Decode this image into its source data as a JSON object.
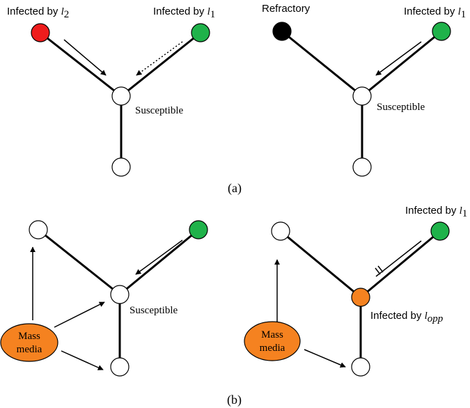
{
  "colors": {
    "green": "#1fb24a",
    "red": "#ee1c1c",
    "black": "#000000",
    "orange": "#f58220",
    "white": "#ffffff",
    "line": "#000000"
  },
  "panel_a": {
    "caption": "(a)",
    "left": {
      "infected_l2": {
        "prefix": "Infected by ",
        "var": "l",
        "sub": "2"
      },
      "infected_l1": {
        "prefix": "Infected by ",
        "var": "l",
        "sub": "1"
      },
      "center": "Susceptible"
    },
    "right": {
      "refractory": "Refractory",
      "infected_l1": {
        "prefix": "Infected by ",
        "var": "l",
        "sub": "1"
      },
      "center": "Susceptible"
    }
  },
  "panel_b": {
    "caption": "(b)",
    "left": {
      "center": "Susceptible",
      "media_line1": "Mass",
      "media_line2": "media"
    },
    "right": {
      "infected_l1": {
        "prefix": "Infected by ",
        "var": "l",
        "sub": "1"
      },
      "infected_lopp": {
        "prefix": "Infected by ",
        "var": "l",
        "sub": "opp"
      },
      "media_line1": "Mass",
      "media_line2": "media"
    }
  }
}
